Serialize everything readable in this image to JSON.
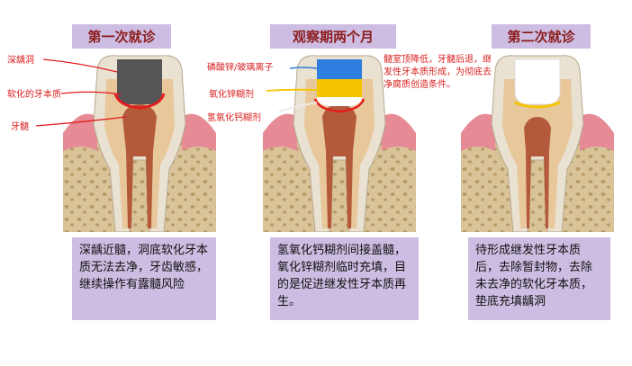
{
  "panels": [
    {
      "title": "第一次就诊",
      "caption": "深龋近髓，洞底软化牙本质无法去净，牙齿敏感，继续操作有露髓风险",
      "labels": [
        "深龋洞",
        "软化的牙本质",
        "牙髓"
      ]
    },
    {
      "title": "观察期两个月",
      "caption": "氢氧化钙糊剂间接盖髓，氧化锌糊剂临时充填，目的是促进继发性牙本质再生。",
      "labels": [
        "磷酸锌/玻璃离子",
        "氧化锌糊剂",
        "氢氧化钙糊剂"
      ]
    },
    {
      "title": "第二次就诊",
      "caption": "待形成继发性牙本质后，去除暂封物，去除未去净的软化牙本质，垫底充填龋洞",
      "note": "髓室顶降低，牙髓后退，继发性牙本质形成，为彻底去净腐质创造条件。"
    }
  ],
  "colors": {
    "title_bg": "#cdbde2",
    "title_text": "#8b1c1c",
    "label_red": "#d81e1e",
    "caries": "#555555",
    "cement_blue": "#2f7fe0",
    "zno_yellow": "#f5c400",
    "caoh_white": "#ffffff"
  }
}
